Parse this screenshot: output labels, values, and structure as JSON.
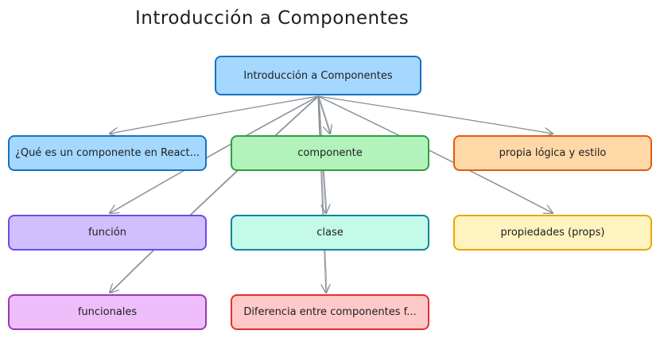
{
  "title": "Introducción a Componentes",
  "nodes": [
    {
      "id": "root",
      "label": "Introducción a Componentes",
      "fill": "#a5d8ff",
      "stroke": "#1971c2"
    },
    {
      "id": "que-es",
      "label": "¿Qué es un componente en React...",
      "fill": "#a5d8ff",
      "stroke": "#1971c2"
    },
    {
      "id": "componente",
      "label": "componente",
      "fill": "#b2f2bb",
      "stroke": "#2f9e44"
    },
    {
      "id": "propia-logica",
      "label": "propia lógica y estilo",
      "fill": "#ffd8a8",
      "stroke": "#e8590c"
    },
    {
      "id": "funcion",
      "label": "función",
      "fill": "#d0bfff",
      "stroke": "#7048e8"
    },
    {
      "id": "clase",
      "label": "clase",
      "fill": "#c3fae8",
      "stroke": "#0c8599"
    },
    {
      "id": "propiedades",
      "label": "propiedades (props)",
      "fill": "#fff3bf",
      "stroke": "#e8a700"
    },
    {
      "id": "funcionales",
      "label": "funcionales",
      "fill": "#eebefa",
      "stroke": "#9c36b5"
    },
    {
      "id": "diferencia",
      "label": "Diferencia entre componentes f...",
      "fill": "#ffc9c9",
      "stroke": "#e03131"
    }
  ],
  "edges": [
    {
      "from": "root",
      "to": "que-es"
    },
    {
      "from": "root",
      "to": "componente"
    },
    {
      "from": "root",
      "to": "propia-logica"
    },
    {
      "from": "root",
      "to": "funcion"
    },
    {
      "from": "root",
      "to": "clase"
    },
    {
      "from": "root",
      "to": "propiedades"
    },
    {
      "from": "root",
      "to": "funcionales"
    },
    {
      "from": "root",
      "to": "diferencia"
    }
  ]
}
